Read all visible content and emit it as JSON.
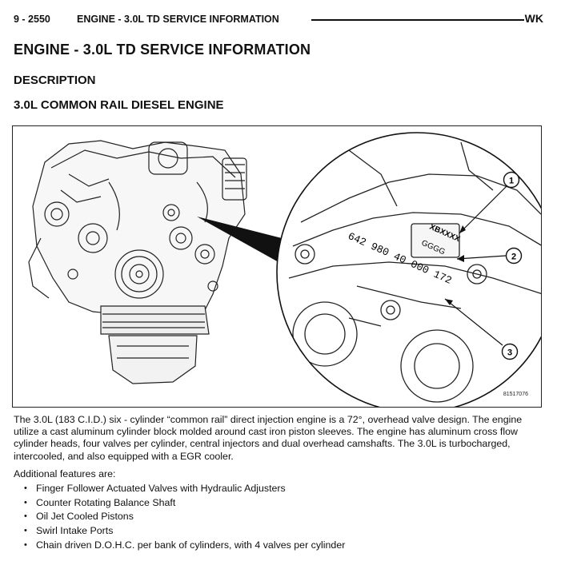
{
  "header": {
    "page_number": "9 - 2550",
    "section_title": "ENGINE - 3.0L TD SERVICE INFORMATION",
    "model_code": "WK"
  },
  "title": "ENGINE - 3.0L TD SERVICE INFORMATION",
  "section": "DESCRIPTION",
  "subsection": "3.0L COMMON RAIL DIESEL ENGINE",
  "figure": {
    "stamp_code": "XBXXXX",
    "stamp_letters": "GGGG",
    "engine_number": "642 980 40 000 172",
    "callouts": [
      "1",
      "2",
      "3"
    ],
    "figure_id": "81517076"
  },
  "description_text": "The 3.0L (183 C.I.D.) six - cylinder “common rail” direct injection engine is a 72°, overhead valve design. The engine utilize a cast aluminum cylinder block molded around cast iron piston sleeves. The engine has aluminum cross flow cylinder heads, four valves per cylinder, central injectors and dual overhead camshafts. The 3.0L is turbocharged, intercooled, and also equipped with a EGR cooler.",
  "features_heading": "Additional features are:",
  "features": [
    "Finger Follower Actuated Valves with Hydraulic Adjusters",
    "Counter Rotating Balance Shaft",
    "Oil Jet Cooled Pistons",
    "Swirl Intake Ports",
    "Chain driven D.O.H.C. per bank of cylinders, with 4 valves per cylinder"
  ],
  "bullet_glyph": "•"
}
